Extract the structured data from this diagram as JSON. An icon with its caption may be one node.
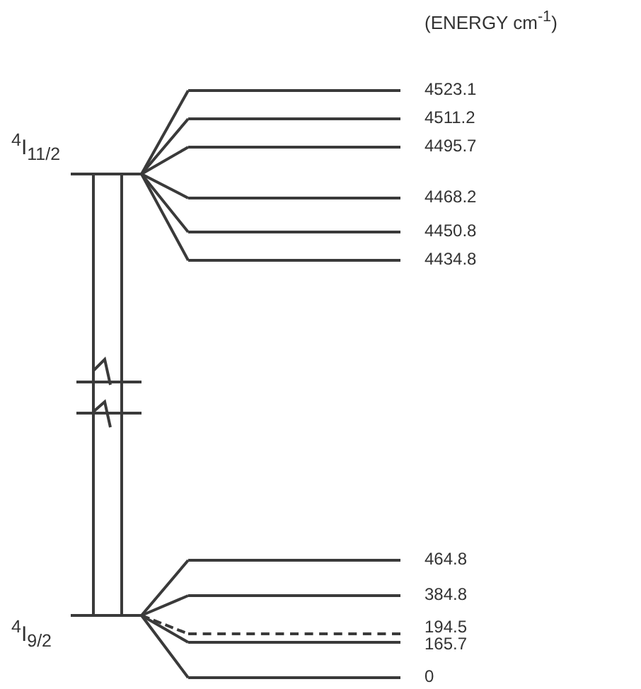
{
  "diagram": {
    "nodes": [
      {
        "text": [
          "$^{4}$I$_{11/2}$"
        ]
      },
      {
        "text": [
          "4523.1"
        ]
      },
      {
        "text": [
          "4511.2"
        ]
      },
      {
        "text": [
          "4495.7"
        ]
      },
      {
        "text": [
          "4468.2"
        ]
      },
      {
        "text": [
          "4450.8"
        ]
      },
      {
        "text": [
          "4434.8"
        ]
      },
      {
        "text": [
          "$^{4}$I$_{9/2}$"
        ]
      },
      {
        "text": [
          "464.8"
        ]
      },
      {
        "text": [
          "384.8"
        ]
      },
      {
        "text": [
          "194.5"
        ]
      },
      {
        "text": [
          "165.7"
        ]
      },
      {
        "text": [
          "0"
        ]
      }
    ],
    "edges": [
      {
        "from": 0,
        "to": 1,
        "arrow": "none"
      },
      {
        "from": 0,
        "to": 2,
        "arrow": "none"
      },
      {
        "from": 0,
        "to": 3,
        "arrow": "none"
      },
      {
        "from": 0,
        "to": 4,
        "arrow": "none"
      },
      {
        "from": 0,
        "to": 5,
        "arrow": "none"
      },
      {
        "from": 0,
        "to": 6,
        "arrow": "none"
      },
      {
        "from": 0,
        "to": 7,
        "arrow": "none"
      },
      {
        "from": 0,
        "to": 7,
        "arrow": "none"
      },
      {
        "from": 7,
        "to": 8,
        "arrow": "none"
      },
      {
        "from": 7,
        "to": 9,
        "arrow": "none"
      },
      {
        "from": 7,
        "to": 10,
        "arrow": "none",
        "style": "dashed"
      },
      {
        "from": 7,
        "to": 11,
        "arrow": "none"
      },
      {
        "from": 7,
        "to": 12,
        "arrow": "none"
      }
    ],
    "labels": [
      "(ENERGY cm$^{-1}$)"
    ]
  }
}
